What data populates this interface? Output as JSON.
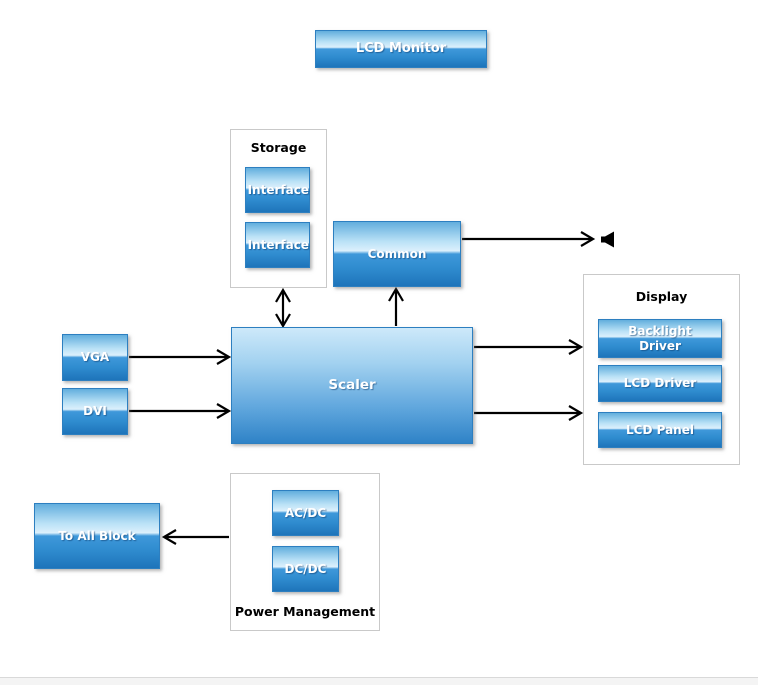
{
  "diagram": {
    "title": "LCD Monitor",
    "nodes": {
      "lcd_monitor": {
        "label": "LCD Monitor"
      },
      "interface_1": {
        "label": "Interface"
      },
      "interface_2": {
        "label": "Interface"
      },
      "common": {
        "label": "Common"
      },
      "scaler": {
        "label": "Scaler"
      },
      "vga": {
        "label": "VGA"
      },
      "dvi": {
        "label": "DVI"
      },
      "backlight_driver": {
        "label": "Backlight Driver"
      },
      "lcd_driver": {
        "label": "LCD Driver"
      },
      "lcd_panel": {
        "label": "LCD Panel"
      },
      "to_all_block": {
        "label": "To All Block"
      },
      "ac_dc": {
        "label": "AC/DC"
      },
      "dc_dc": {
        "label": "DC/DC"
      }
    },
    "groups": {
      "storage": {
        "label": "Storage"
      },
      "display": {
        "label": "Display"
      },
      "power": {
        "label": "Power Management"
      }
    },
    "icons": {
      "speaker": "speaker-icon"
    },
    "edges": [
      {
        "from": "vga",
        "to": "scaler",
        "style": "arrow-right"
      },
      {
        "from": "dvi",
        "to": "scaler",
        "style": "arrow-right"
      },
      {
        "from": "scaler",
        "to": "display-group-backlight-level",
        "style": "arrow-right"
      },
      {
        "from": "scaler",
        "to": "display-group-panel-level",
        "style": "arrow-right"
      },
      {
        "from": "common",
        "to": "speaker",
        "style": "arrow-right"
      },
      {
        "from": "storage-group",
        "to": "scaler",
        "style": "arrow-both"
      },
      {
        "from": "scaler",
        "to": "common",
        "style": "arrow-up"
      },
      {
        "from": "power-group",
        "to": "to_all_block",
        "style": "arrow-left"
      }
    ],
    "colors": {
      "node_border": "#2d7fc0",
      "node_gradient_top": "#62aedd",
      "node_gradient_light": "#dcf0fc",
      "node_gradient_mid": "#3f98da",
      "node_gradient_bottom": "#1e74ba",
      "group_border": "#c9c9c9",
      "arrow": "#000000",
      "label_text": "#ffffff",
      "group_label_text": "#000000"
    }
  }
}
